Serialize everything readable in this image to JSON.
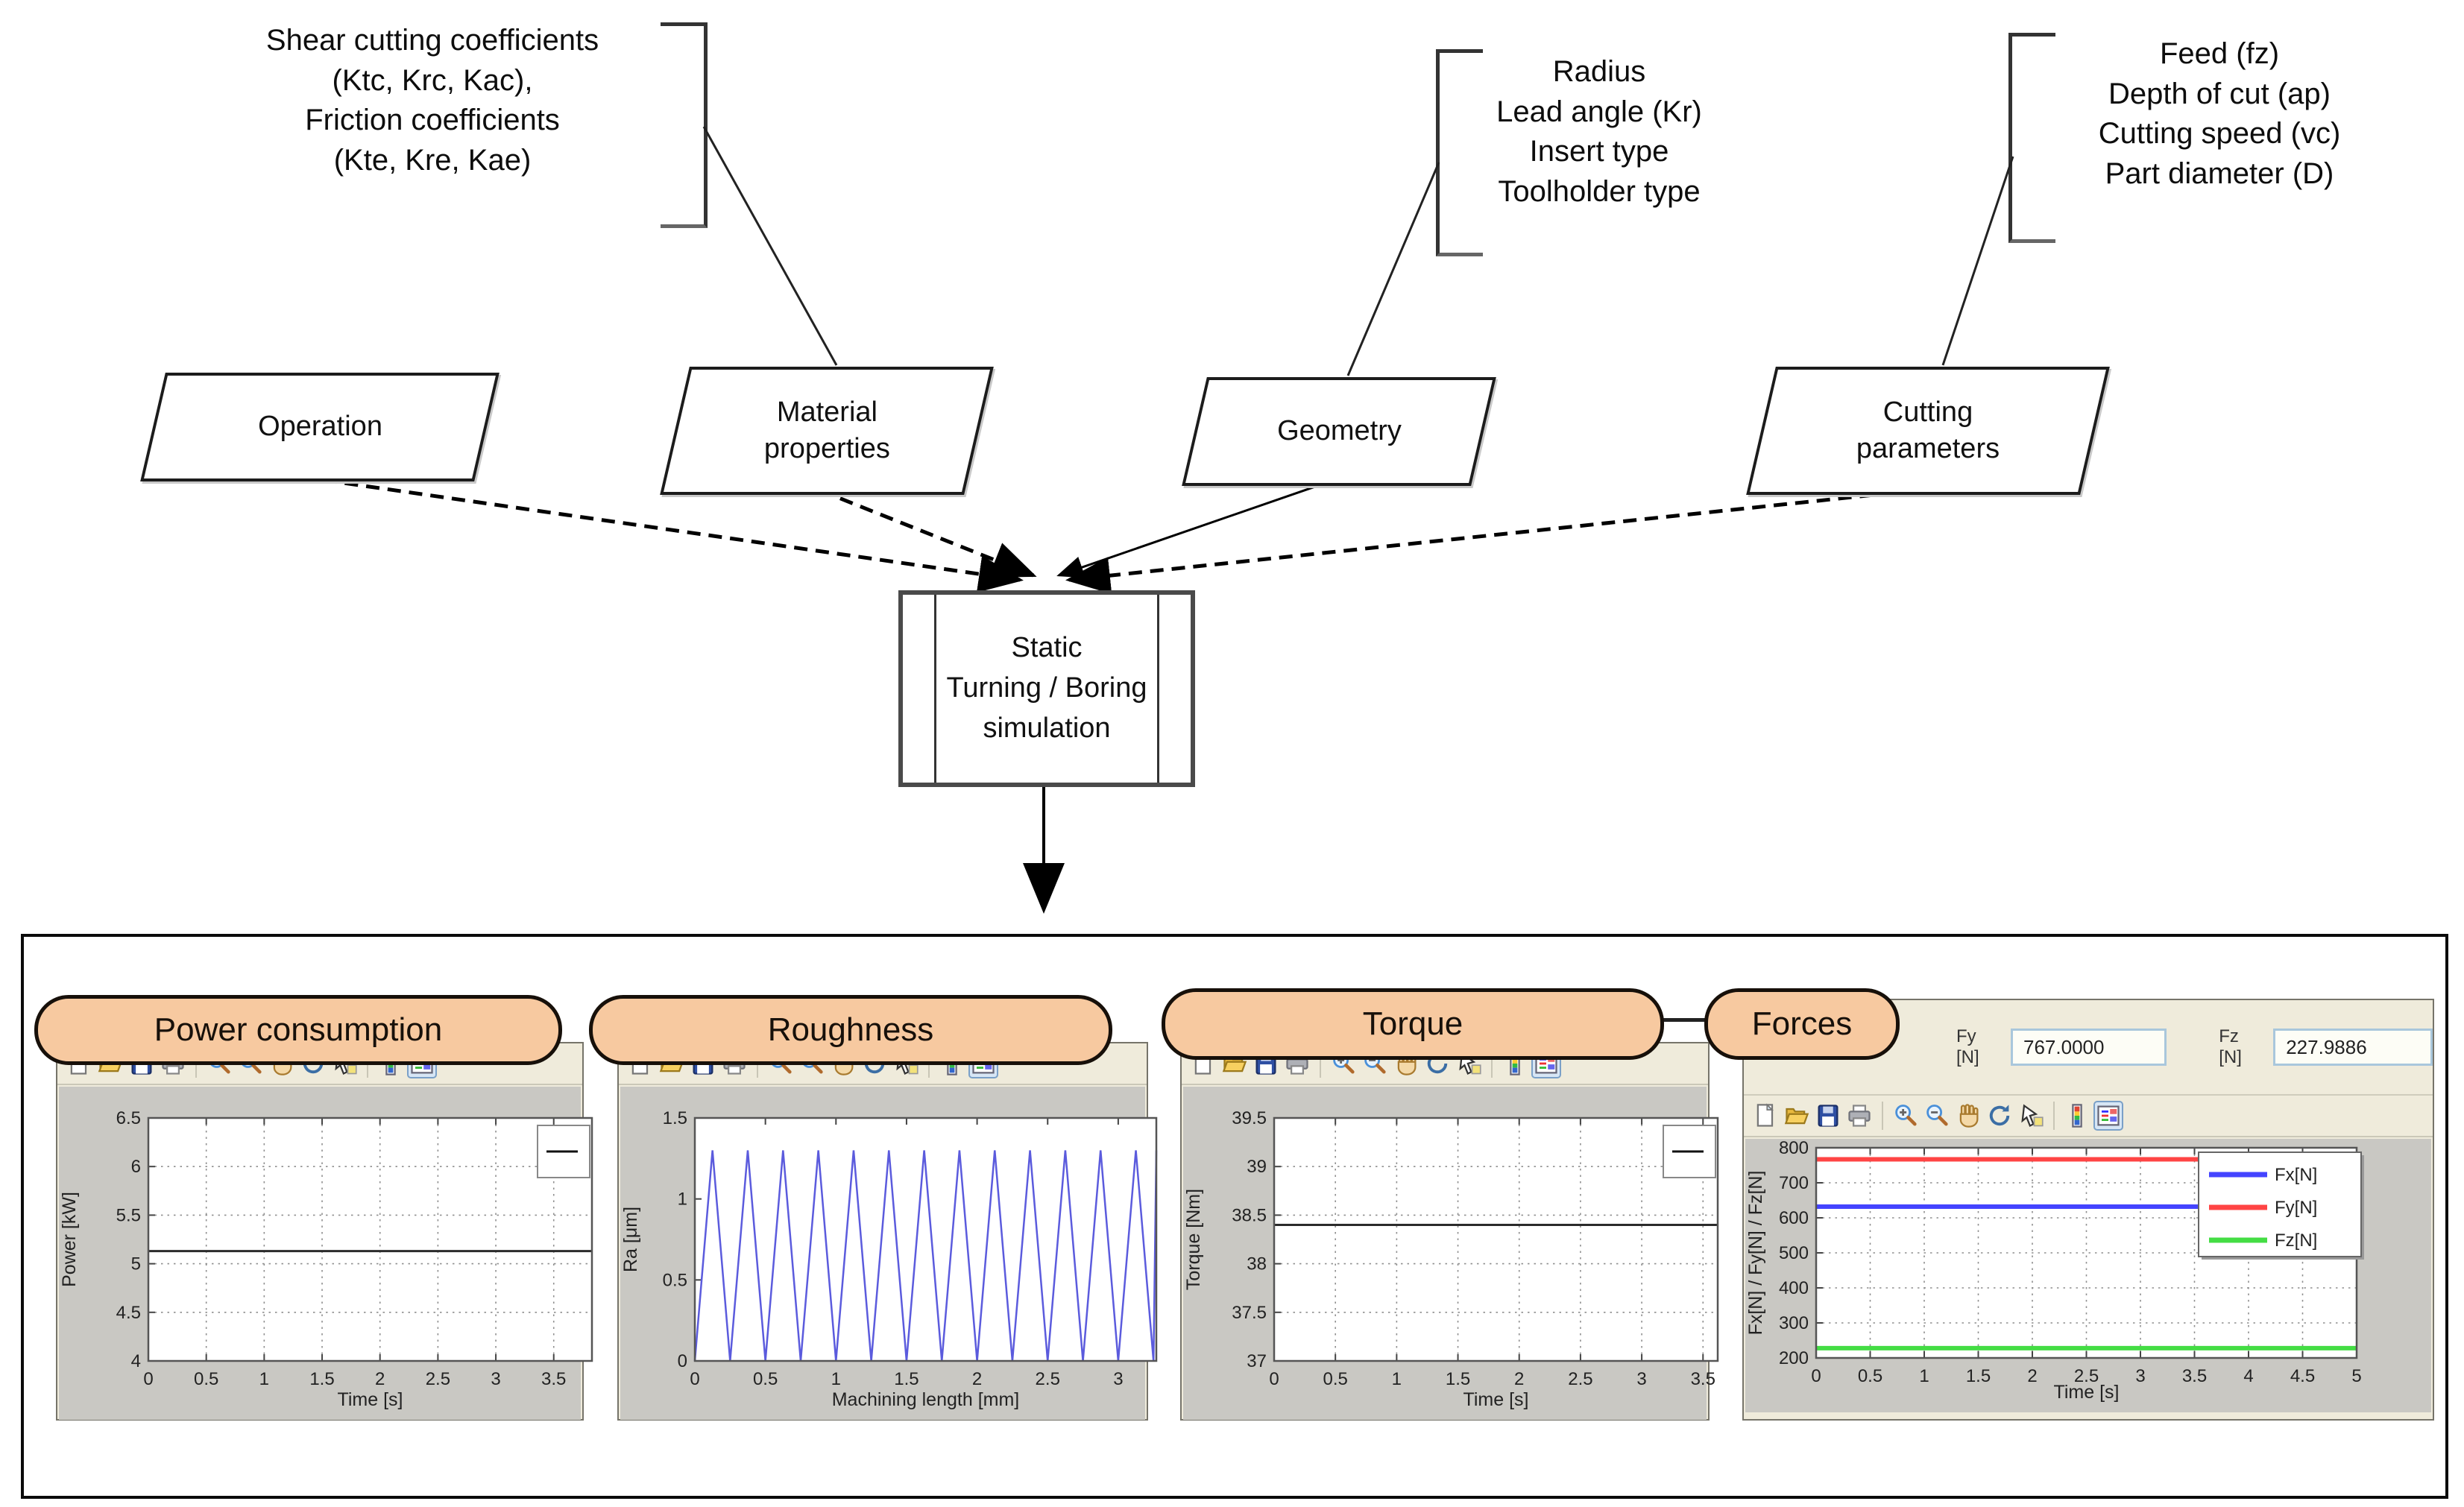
{
  "diagram": {
    "annotations": [
      {
        "id": "material-inputs",
        "text": "Shear cutting coefficients\n(Ktc, Krc, Kac),\nFriction coefficients\n(Kte, Kre, Kae)"
      },
      {
        "id": "geometry-inputs",
        "text": "Radius\nLead angle (Kr)\nInsert type\nToolholder type"
      },
      {
        "id": "cutting-inputs",
        "text": "Feed (fz)\nDepth of cut (ap)\nCutting speed (vc)\nPart diameter (D)"
      }
    ],
    "inputs": [
      {
        "label": "Operation"
      },
      {
        "label": "Material\nproperties"
      },
      {
        "label": "Geometry"
      },
      {
        "label": "Cutting\nparameters"
      }
    ],
    "process": {
      "label": "Static\nTurning / Boring\nsimulation"
    }
  },
  "output": {
    "panels": [
      {
        "title": "Power consumption"
      },
      {
        "title": "Roughness"
      },
      {
        "title": "Torque"
      },
      {
        "title": "Forces"
      }
    ],
    "force_readouts": {
      "fy_label": "Fy [N]",
      "fy_value": "767.0000",
      "fz_label": "Fz [N]",
      "fz_value": "227.9886"
    },
    "toolbar_icons": [
      "new-document",
      "open-file",
      "save",
      "print",
      "zoom-in",
      "zoom-out",
      "pan",
      "rotate-3d",
      "data-cursor",
      "colorbar",
      "insert-legend"
    ]
  },
  "colors": {
    "bubble_fill": "#F7C9A0",
    "bubble_border": "#17100a",
    "panel_background": "#EFEBDB",
    "plot_background": "#C9C8C3",
    "field_border": "#A9C7DC",
    "fx_line": "#4444FF",
    "fy_line": "#FF4444",
    "fz_line": "#44DD44",
    "roughness_line": "#5B5BDD"
  },
  "chart_data": [
    {
      "type": "line",
      "title": "Power consumption",
      "xlabel": "Time [s]",
      "ylabel": "Power [kW]",
      "xlim": [
        0,
        3.83
      ],
      "ylim": [
        4,
        6.5
      ],
      "xticks": [
        "0",
        "0.5",
        "1",
        "1.5",
        "2",
        "2.5",
        "3",
        "3.5"
      ],
      "yticks": [
        "4",
        "4.5",
        "5",
        "5.5",
        "6",
        "6.5"
      ],
      "grid": true,
      "legend": "stub-cut",
      "series": [
        {
          "name": "Power",
          "type": "hline",
          "y": 5.13,
          "color": "#2b2b2b",
          "width": 3
        }
      ]
    },
    {
      "type": "line",
      "title": "Roughness",
      "xlabel": "Machining length [mm]",
      "ylabel": "Ra [μm]",
      "xlim": [
        0,
        3.27
      ],
      "ylim": [
        0,
        1.5
      ],
      "xticks": [
        "0",
        "0.5",
        "1",
        "1.5",
        "2",
        "2.5",
        "3"
      ],
      "yticks": [
        "0",
        "0.5",
        "1",
        "1.5"
      ],
      "grid": false,
      "legend": "none",
      "series": [
        {
          "name": "Ra",
          "type": "triangle-wave",
          "period": 0.25,
          "min": 0,
          "max": 1.3,
          "x_start": 0,
          "x_end": 3.27,
          "color": "#5B5BDD",
          "width": 2.5
        }
      ]
    },
    {
      "type": "line",
      "title": "Torque",
      "xlabel": "Time [s]",
      "ylabel": "Torque [Nm]",
      "xlim": [
        0,
        3.62
      ],
      "ylim": [
        37,
        39.5
      ],
      "xticks": [
        "0",
        "0.5",
        "1",
        "1.5",
        "2",
        "2.5",
        "3",
        "3.5"
      ],
      "yticks": [
        "37",
        "37.5",
        "38",
        "38.5",
        "39",
        "39.5"
      ],
      "grid": true,
      "legend": "stub-cut",
      "series": [
        {
          "name": "Torque",
          "type": "hline",
          "y": 38.4,
          "color": "#2b2b2b",
          "width": 3
        }
      ]
    },
    {
      "type": "line",
      "title": "Forces",
      "xlabel": "Time [s]",
      "ylabel": "Fx[N] / Fy[N] / Fz[N]",
      "xlim": [
        0,
        5
      ],
      "ylim": [
        200,
        800
      ],
      "xticks": [
        "0",
        "0.5",
        "1",
        "1.5",
        "2",
        "2.5",
        "3",
        "3.5",
        "4",
        "4.5",
        "5"
      ],
      "yticks": [
        "200",
        "300",
        "400",
        "500",
        "600",
        "700",
        "800"
      ],
      "grid": true,
      "legend": "full",
      "series": [
        {
          "name": "Fx[N]",
          "type": "hline",
          "y": 632,
          "color": "#4444FF",
          "width": 6
        },
        {
          "name": "Fy[N]",
          "type": "hline",
          "y": 767,
          "color": "#FF4444",
          "width": 6
        },
        {
          "name": "Fz[N]",
          "type": "hline",
          "y": 228,
          "color": "#44DD44",
          "width": 6
        }
      ]
    }
  ]
}
